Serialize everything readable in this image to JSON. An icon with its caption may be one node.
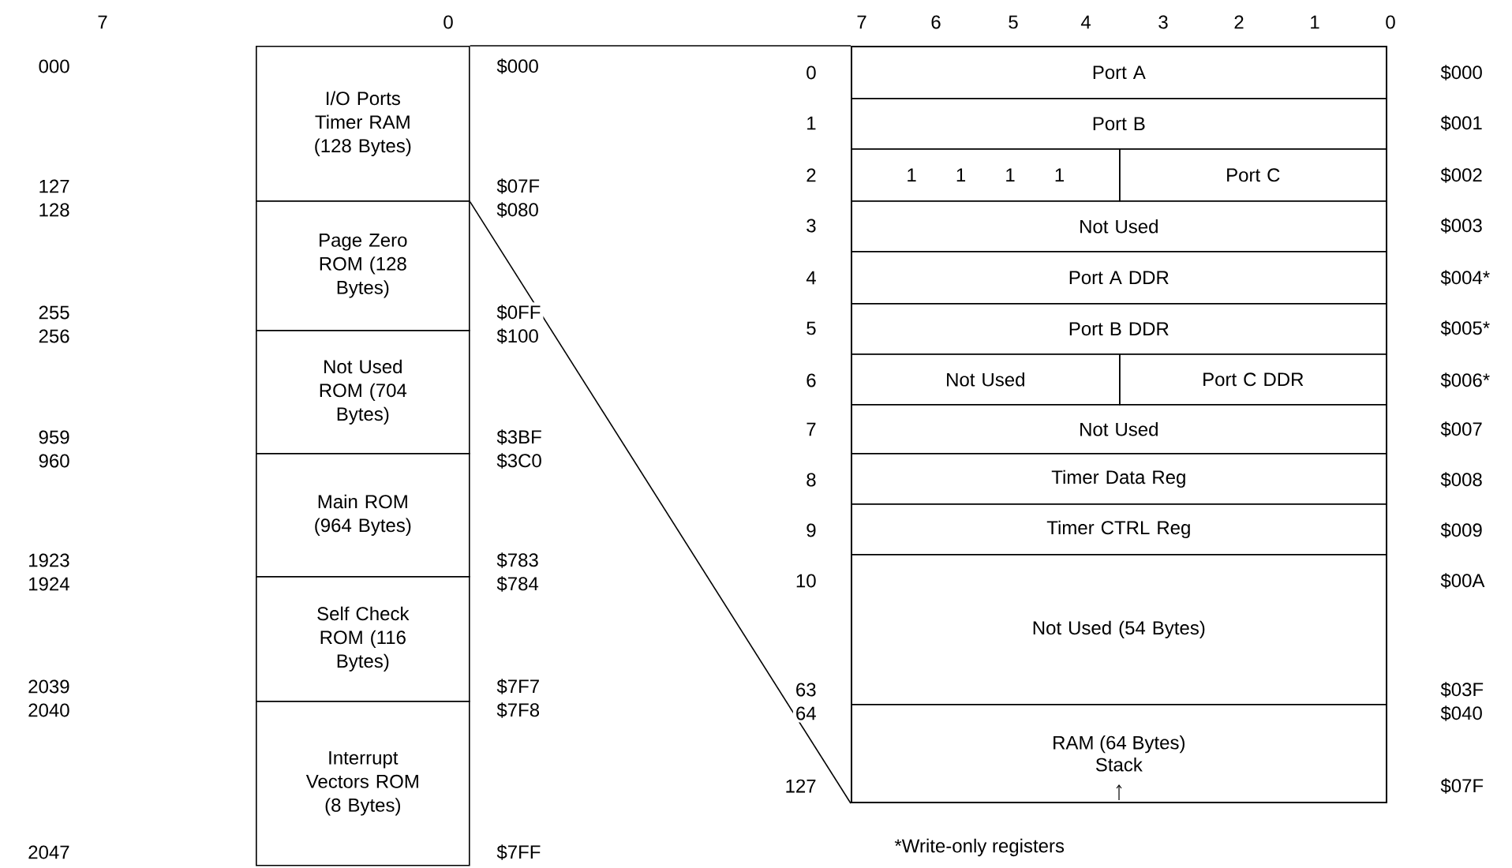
{
  "diagram": {
    "nodes": [
      {
        "text": [
          "I/O Ports Timer RAM (128 Bytes)"
        ]
      },
      {
        "text": [
          "Page Zero ROM (128 Bytes)"
        ]
      },
      {
        "text": [
          "Not Used ROM (704 Bytes)"
        ]
      },
      {
        "text": [
          "Main ROM (964 Bytes)"
        ]
      },
      {
        "text": [
          "Self Check ROM (116 Bytes)"
        ]
      },
      {
        "text": [
          "Interrupt Vectors ROM (8 Bytes)"
        ]
      },
      {
        "text": [],
        "shape": "box"
      },
      {
        "text": [
          "Port A"
        ],
        "in": 6
      },
      {
        "text": [
          "Port B"
        ],
        "in": 6
      },
      {
        "text": [
          "1 1 1 1"
        ],
        "in": 6
      },
      {
        "text": [
          "Port C"
        ],
        "in": 6
      },
      {
        "text": [
          "Not Used"
        ],
        "in": 6
      },
      {
        "text": [
          "Port A DDR"
        ],
        "in": 6
      },
      {
        "text": [
          "Port B DDR"
        ],
        "in": 6
      },
      {
        "text": [
          "Not Used"
        ],
        "in": 6
      },
      {
        "text": [
          "Port C DDR"
        ],
        "in": 6
      },
      {
        "text": [
          "Not Used"
        ],
        "in": 6
      },
      {
        "text": [
          "Timer Data Reg"
        ],
        "in": 6
      },
      {
        "text": [
          "Timer CTRL Reg"
        ],
        "in": 6
      },
      {
        "text": [
          "Not Used (54 Bytes)"
        ],
        "in": 6
      },
      {
        "text": [
          "RAM (64 Bytes)",
          "Stack"
        ],
        "in": 6
      }
    ],
    "edges": [
      {
        "from": 0,
        "to": 6,
        "arrow": "none"
      },
      {
        "from": 0,
        "to": 6,
        "arrow": "none"
      }
    ],
    "labels": [
      "7",
      "0",
      "000",
      "$000",
      "127",
      "$07F",
      "128",
      "$080",
      "255",
      "$0FF",
      "256",
      "$100",
      "959",
      "$3BF",
      "960",
      "$3C0",
      "1923",
      "$783",
      "1924",
      "$784",
      "2039",
      "$7F7",
      "2040",
      "$7F8",
      "2047",
      "$7FF",
      "7",
      "6",
      "5",
      "4",
      "3",
      "2",
      "1",
      "0",
      "0",
      "$000",
      "1",
      "$001",
      "2",
      "$002",
      "3",
      "$003",
      "4",
      "$004*",
      "5",
      "$005*",
      "6",
      "$006*",
      "7",
      "$007",
      "8",
      "$008",
      "9",
      "$009",
      "10",
      "$00A",
      "63",
      "$03F",
      "64",
      "$040",
      "127",
      "$07F",
      "*Write-only registers"
    ]
  }
}
